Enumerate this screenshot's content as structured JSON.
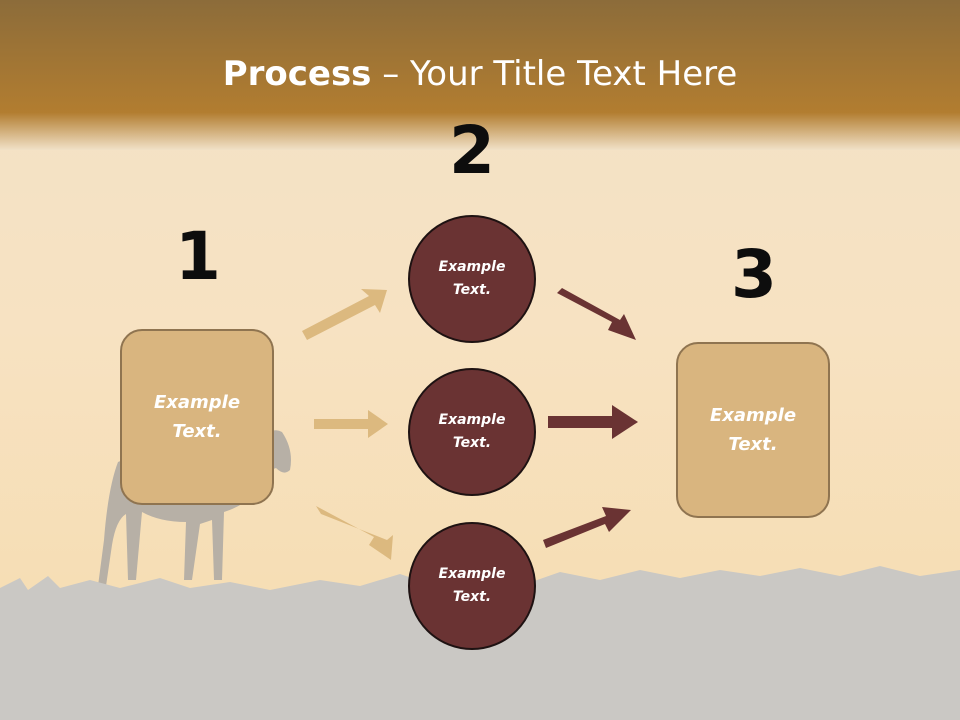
{
  "title": {
    "bold": "Process",
    "rest": " – Your Title Text Here"
  },
  "steps": [
    {
      "number": "1",
      "text_line1": "Example",
      "text_line2": "Text."
    },
    {
      "number": "2",
      "items": [
        {
          "text_line1": "Example",
          "text_line2": "Text."
        },
        {
          "text_line1": "Example",
          "text_line2": "Text."
        },
        {
          "text_line1": "Example",
          "text_line2": "Text."
        }
      ]
    },
    {
      "number": "3",
      "text_line1": "Example",
      "text_line2": "Text."
    }
  ],
  "colors": {
    "header_band": "#a97a32",
    "box_fill": "#d9b57f",
    "circle_fill": "#6a3333",
    "arrow_light": "#dcb97f",
    "arrow_dark": "#6a3333",
    "ground": "#cac8c4"
  }
}
